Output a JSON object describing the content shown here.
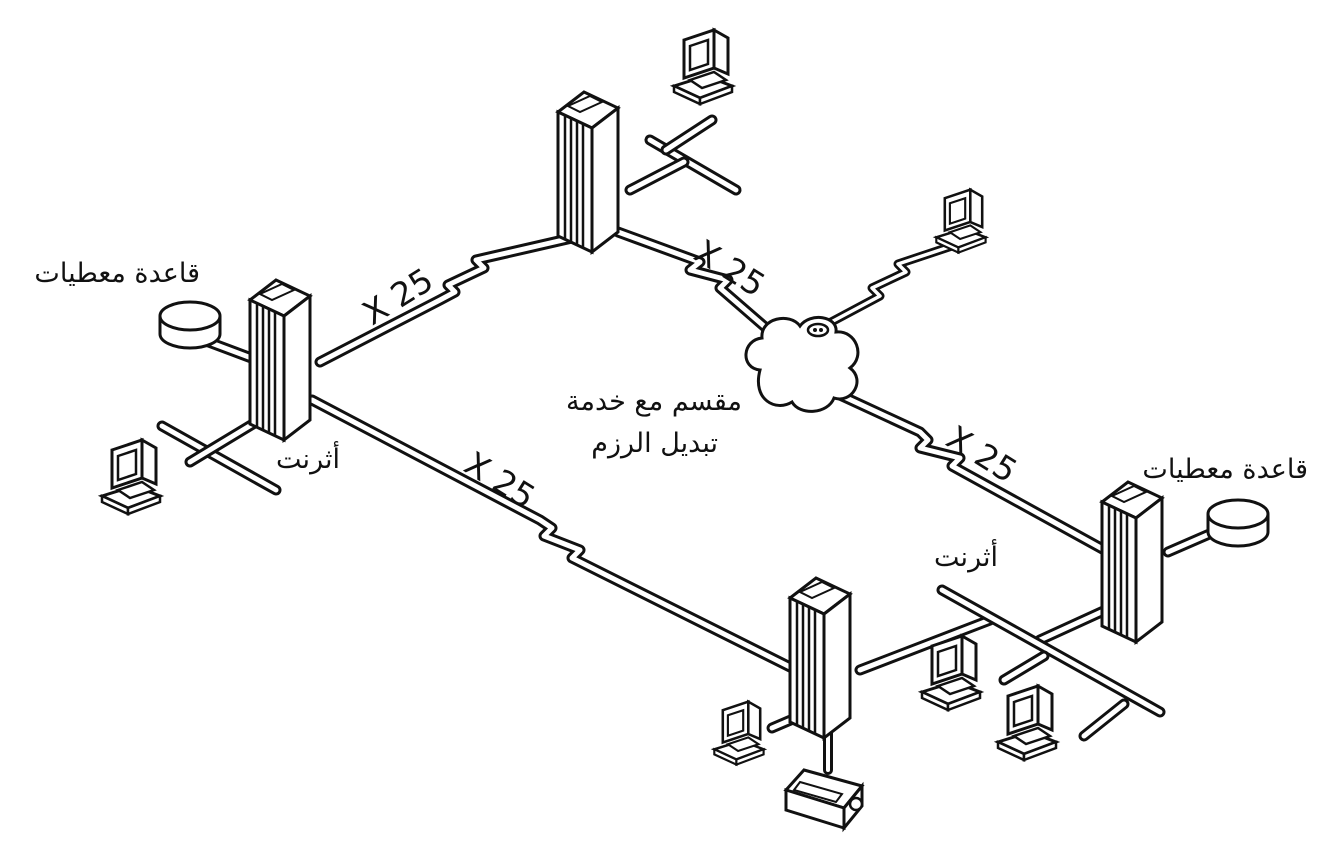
{
  "diagram": {
    "labels": {
      "database_top_left": "قاعدة معطيات",
      "database_right": "قاعدة معطيات",
      "ethernet_left": "أثرنت",
      "ethernet_right": "أثرنت",
      "switch_line1": "مقسم مع خدمة",
      "switch_line2": "تبديل الرزم",
      "x25_top_left": "X 25",
      "x25_top_right": "X 25",
      "x25_bottom_left": "X 25",
      "x25_right": "X 25"
    }
  },
  "colors": {
    "stroke": "#111111",
    "background": "#ffffff"
  }
}
